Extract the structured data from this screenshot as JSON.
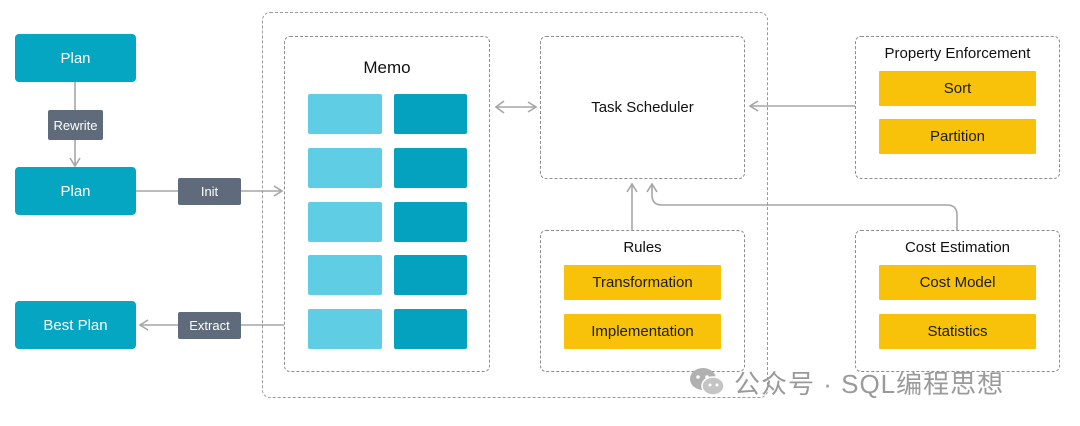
{
  "left": {
    "plan_top": "Plan",
    "rewrite": "Rewrite",
    "plan_mid": "Plan",
    "init": "Init",
    "best_plan": "Best Plan",
    "extract": "Extract"
  },
  "memo": {
    "title": "Memo"
  },
  "scheduler": {
    "title": "Task Scheduler"
  },
  "property": {
    "title": "Property Enforcement",
    "items": [
      "Sort",
      "Partition"
    ]
  },
  "rules": {
    "title": "Rules",
    "items": [
      "Transformation",
      "Implementation"
    ]
  },
  "cost": {
    "title": "Cost Estimation",
    "items": [
      "Cost Model",
      "Statistics"
    ]
  },
  "watermark": {
    "text": "公众号 · SQL编程思想"
  },
  "colors": {
    "teal": "#05a6c2",
    "teal_light": "#5fcde4",
    "tag_gray": "#5f6b7a",
    "yellow": "#f8c10a"
  }
}
